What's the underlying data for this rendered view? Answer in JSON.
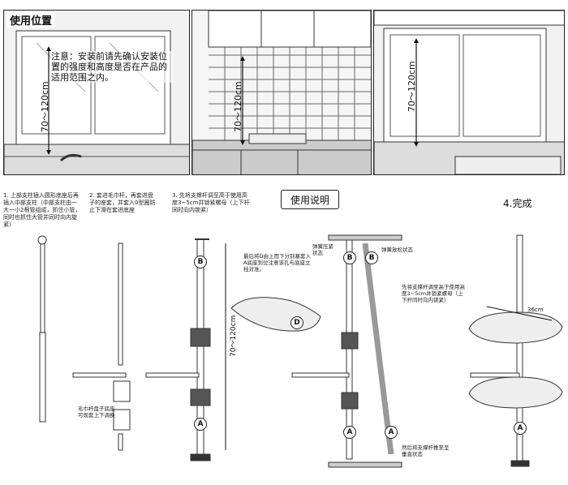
{
  "section_title": "使用位置",
  "note": "注意：安装前请先确认安装位置的强度和高度是否在产品的适用范围之内。",
  "height_range": "70～120cm",
  "step1": "1. 上部支柱插入圆形底座后再插入中部支柱（中部支柱由一大一小2根管组成，抓住小管，同时也抓住大管并同时向内旋紧）",
  "step2": "2. 套进毛巾杆，再套进盘子的座套，并套入0型圈防止下滑在套进底座",
  "step3": "3. 先将支撑杆调至高于使用高度3~5cm并锁紧螺母（上下杆同时向内锁紧）",
  "usage_title": "使用说明",
  "step4": "4.完成",
  "towel_note": "毛巾杆盘子底座可现套上下调换",
  "note_d": "最后将D由上而下分别塞套入A底座到位注意该孔与底座立柱对准。",
  "spring_compressed": "弹簧压紧状态",
  "spring_relaxed": "弹簧放松状态",
  "adjust_note": "先将支撑杆调至高于使用高度3~5cm并锁紧螺母（上下杆同时向内锁紧）",
  "push_note": "然后将支撑杆推至呈垂直状态",
  "dim_width": "36cm",
  "letters": {
    "a": "A",
    "b": "B",
    "d": "D"
  }
}
